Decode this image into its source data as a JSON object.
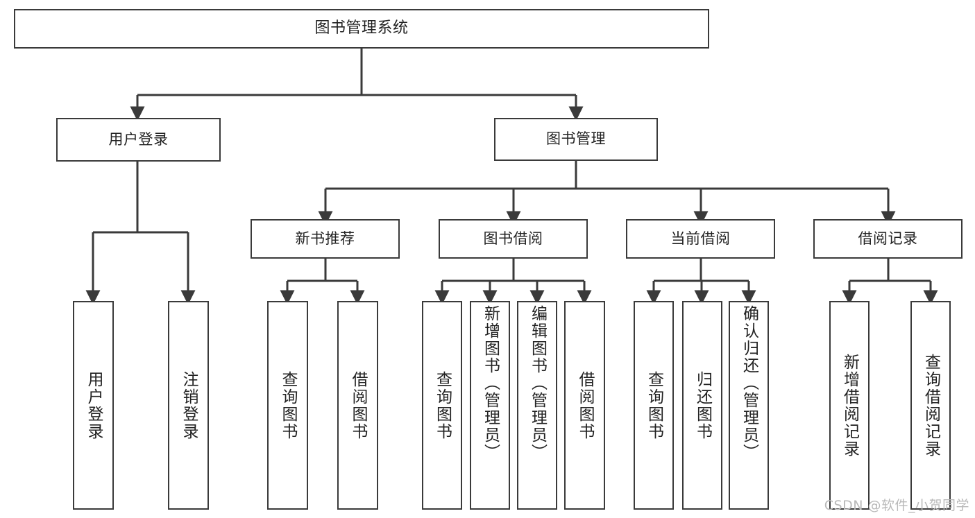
{
  "diagram": {
    "title": "图书管理系统",
    "type": "tree",
    "theme": {
      "background": "#ffffff",
      "node_border": "#3a3a3a",
      "node_fill": "#ffffff",
      "text": "#222222",
      "edge": "#3a3a3a",
      "watermark_color": "#b9b9b9"
    }
  },
  "watermark": "CSDN @软件_小贺同学",
  "nodes": {
    "root": {
      "label": "图书管理系统"
    },
    "level2": [
      {
        "id": "user-login",
        "label": "用户登录"
      },
      {
        "id": "book-manage",
        "label": "图书管理"
      }
    ],
    "level3": [
      {
        "id": "new-book-recommend",
        "label": "新书推荐"
      },
      {
        "id": "book-borrow",
        "label": "图书借阅"
      },
      {
        "id": "current-borrow",
        "label": "当前借阅"
      },
      {
        "id": "borrow-record",
        "label": "借阅记录"
      }
    ],
    "leaves": {
      "user-login": [
        {
          "id": "leaf-user-login",
          "label": "用户登录"
        },
        {
          "id": "leaf-logout",
          "label": "注销登录"
        }
      ],
      "new-book-recommend": [
        {
          "id": "leaf-query-book-1",
          "label": "查询图书"
        },
        {
          "id": "leaf-borrow-book-1",
          "label": "借阅图书"
        }
      ],
      "book-borrow": [
        {
          "id": "leaf-query-book-2",
          "label": "查询图书"
        },
        {
          "id": "leaf-add-book",
          "label": "新增图书（管理员）"
        },
        {
          "id": "leaf-edit-book",
          "label": "编辑图书（管理员）"
        },
        {
          "id": "leaf-borrow-book-2",
          "label": "借阅图书"
        }
      ],
      "current-borrow": [
        {
          "id": "leaf-query-book-3",
          "label": "查询图书"
        },
        {
          "id": "leaf-return-book",
          "label": "归还图书"
        },
        {
          "id": "leaf-confirm-return",
          "label": "确认归还（管理员）"
        }
      ],
      "borrow-record": [
        {
          "id": "leaf-add-record",
          "label": "新增借阅记录"
        },
        {
          "id": "leaf-query-record",
          "label": "查询借阅记录"
        }
      ]
    }
  }
}
